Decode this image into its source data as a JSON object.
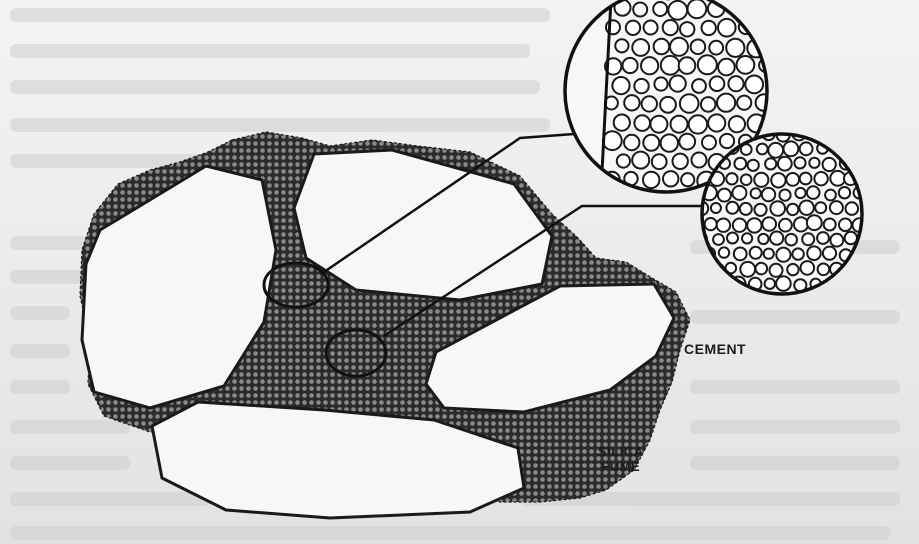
{
  "labels": {
    "cement": "CEMENT",
    "silica_line1": "SILICA",
    "silica_line2": "FUME"
  },
  "colors": {
    "background": "#ececeb",
    "matrix_fill": "#4a4a4a",
    "grain_fill": "#f7f7f6",
    "outline": "#1a1a1a",
    "faded_text": "#c9c9c8"
  }
}
